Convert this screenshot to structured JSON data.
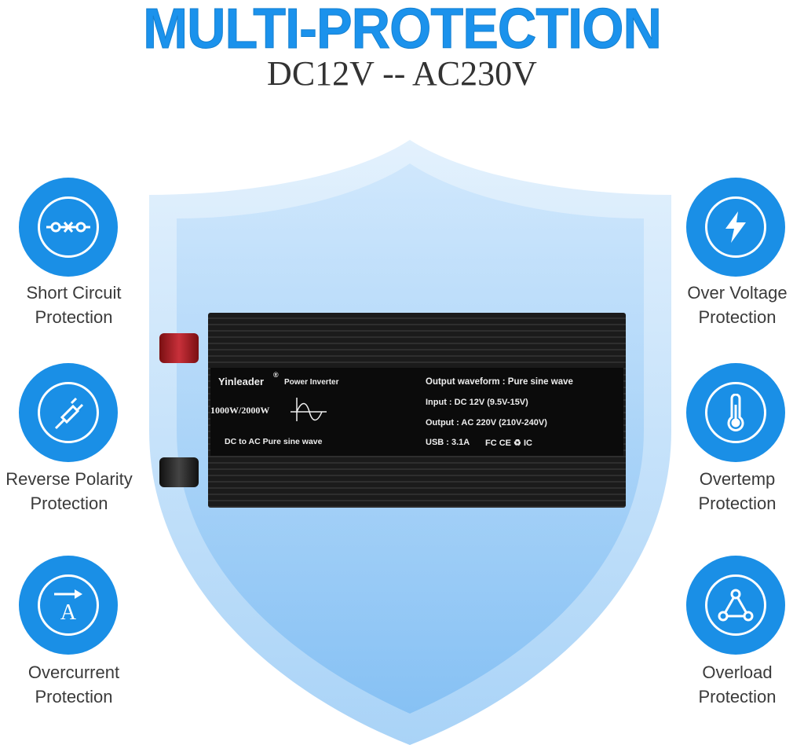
{
  "header": {
    "title": "MULTI-PROTECTION",
    "subtitle": "DC12V -- AC230V"
  },
  "features": [
    {
      "icon": "short-circuit-icon",
      "line1": "Short Circuit",
      "line2": "Protection"
    },
    {
      "icon": "plug-icon",
      "line1": "Reverse Polarity",
      "line2": "Protection"
    },
    {
      "icon": "current-icon",
      "line1": "Overcurrent",
      "line2": "Protection"
    },
    {
      "icon": "lightning-icon",
      "line1": "Over Voltage",
      "line2": "Protection"
    },
    {
      "icon": "thermometer-icon",
      "line1": "Overtemp",
      "line2": "Protection"
    },
    {
      "icon": "overload-icon",
      "line1": "Overload",
      "line2": "Protection"
    }
  ],
  "product": {
    "brand": "Yinleader",
    "reg": "®",
    "type": "Power Inverter",
    "power": "1000W/2000W",
    "desc": "DC to AC Pure sine wave",
    "waveform": "Output waveform :  Pure sine wave",
    "input": "Input : DC 12V (9.5V-15V)",
    "output": "Output : AC 220V (210V-240V)",
    "usb": "USB : 3.1A",
    "certs": "FC CE ♻ IC"
  },
  "colors": {
    "accent": "#1a8fe6",
    "shield": "#cfe6fb"
  }
}
